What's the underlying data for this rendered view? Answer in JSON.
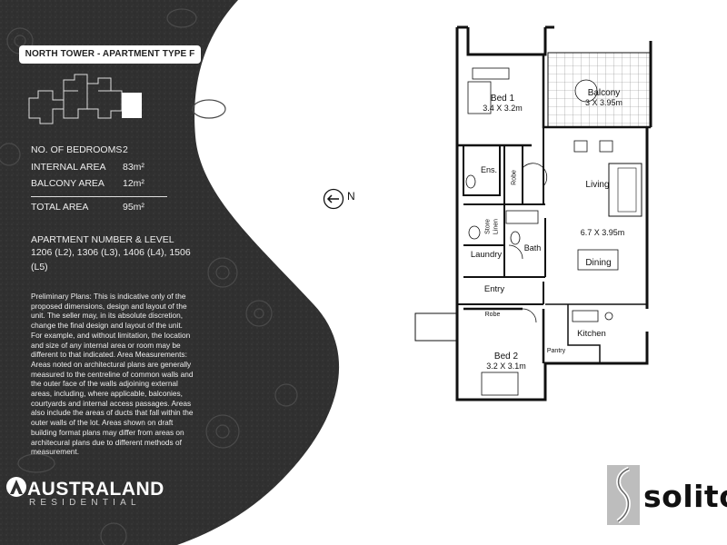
{
  "header": {
    "title": "NORTH TOWER - APARTMENT TYPE F"
  },
  "facts": [
    {
      "label": "NO. OF BEDROOMS",
      "value": "2"
    },
    {
      "label": "INTERNAL AREA",
      "value": "83m²"
    },
    {
      "label": "BALCONY AREA",
      "value": "12m²"
    },
    {
      "label": "TOTAL AREA",
      "value": "95m²"
    }
  ],
  "apartment": {
    "heading": "APARTMENT NUMBER & LEVEL",
    "numbers": "1206 (L2), 1306 (L3), 1406 (L4), 1506 (L5)"
  },
  "disclaimer": "Preliminary Plans: This is indicative only of the proposed dimensions, design and layout of the unit. The seller may, in its absolute discretion, change the final design and layout of the unit. For example, and without limitation, the location and size of any internal area or room may be different to that indicated. Area Measurements: Areas noted on architectural plans are generally measured to the centreline of common walls and the outer face of the walls adjoining external areas, including, where applicable, balconies, courtyards and internal access passages. Areas also include the areas of ducts that fall within the outer walls of the lot. Areas shown on draft building format plans may differ from areas on architecural plans due to different methods of measurement.",
  "developer": {
    "name": "AUSTRALAND",
    "sub": "RESIDENTIAL"
  },
  "north_label": "N",
  "brand": "solito",
  "rooms": {
    "bed1": {
      "name": "Bed 1",
      "dim": "3.4 X 3.2m"
    },
    "balcony": {
      "name": "Balcony",
      "dim": "3 X 3.95m"
    },
    "living": {
      "name": "Living"
    },
    "living_dim": "6.7 X 3.95m",
    "dining": {
      "name": "Dining"
    },
    "ens": "Ens.",
    "robe1": "Robe",
    "bath": "Bath",
    "laundry": "Laundry",
    "entry": "Entry",
    "robe2": "Robe",
    "kitchen": "Kitchen",
    "pantry": "Pantry",
    "bed2": {
      "name": "Bed 2",
      "dim": "3.2 X 3.1m"
    },
    "store": "Store",
    "linen": "Linen"
  },
  "colors": {
    "panel": "#2f2f2f",
    "text_light": "#eeeeee",
    "plan_line": "#111111"
  }
}
